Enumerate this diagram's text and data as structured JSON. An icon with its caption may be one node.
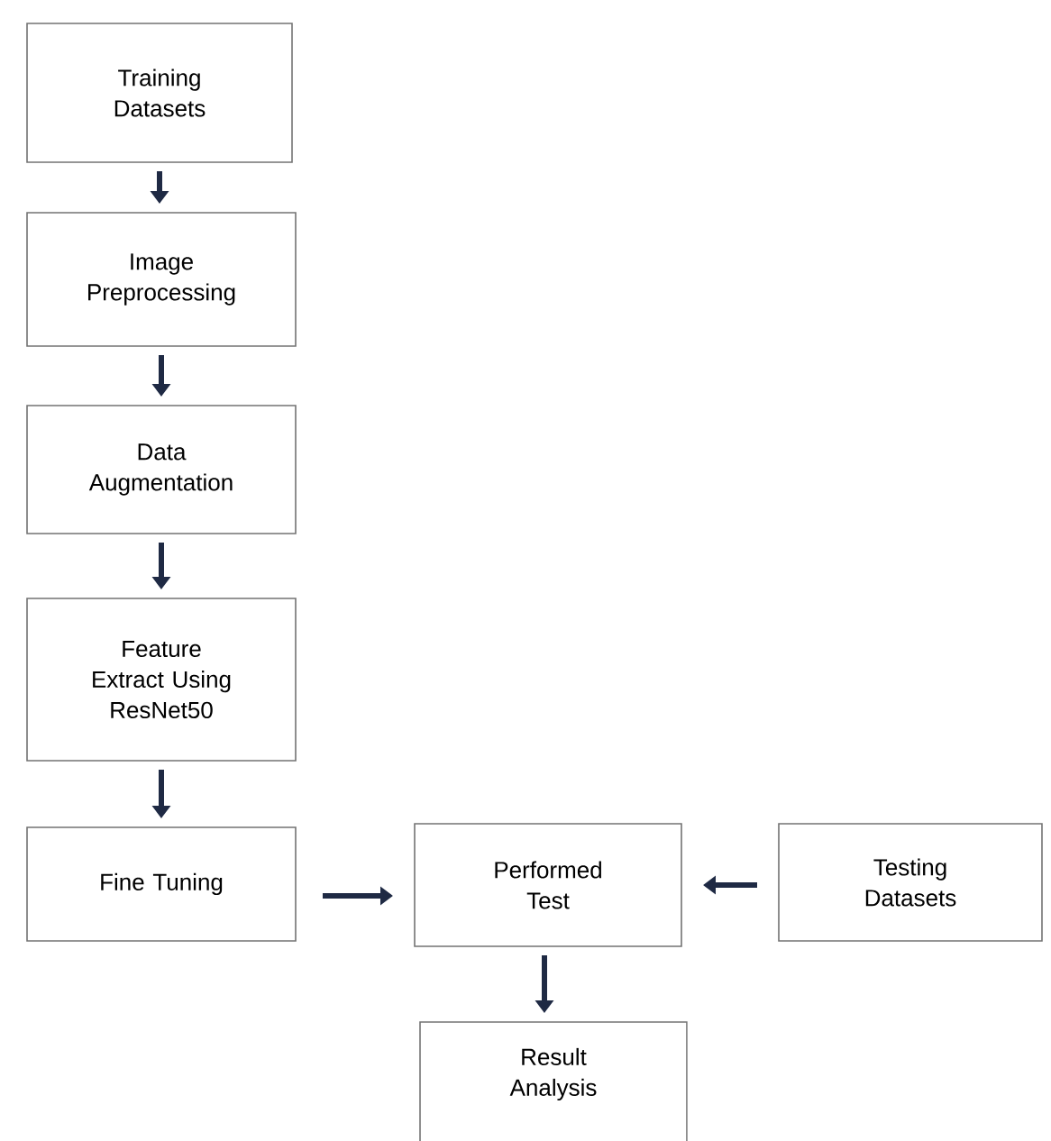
{
  "diagram": {
    "nodes": [
      {
        "text": [
          "Training Datasets"
        ]
      },
      {
        "text": [
          "Image Preprocessing"
        ]
      },
      {
        "text": [
          "Data Augmentation"
        ]
      },
      {
        "text": [
          "Feature Extract Using ResNet50"
        ]
      },
      {
        "text": [
          "Fine Tuning"
        ]
      },
      {
        "text": [
          "Performed Test"
        ]
      },
      {
        "text": [
          "Testing Datasets"
        ]
      },
      {
        "text": [
          "Result Analysis"
        ]
      }
    ],
    "edges": [
      {
        "from": 0,
        "to": 1,
        "arrow": "to"
      },
      {
        "from": 1,
        "to": 2,
        "arrow": "to"
      },
      {
        "from": 2,
        "to": 3,
        "arrow": "to"
      },
      {
        "from": 3,
        "to": 4,
        "arrow": "to"
      },
      {
        "from": 4,
        "to": 5,
        "arrow": "to"
      },
      {
        "from": 6,
        "to": 5,
        "arrow": "to"
      },
      {
        "from": 5,
        "to": 7,
        "arrow": "to"
      }
    ]
  }
}
